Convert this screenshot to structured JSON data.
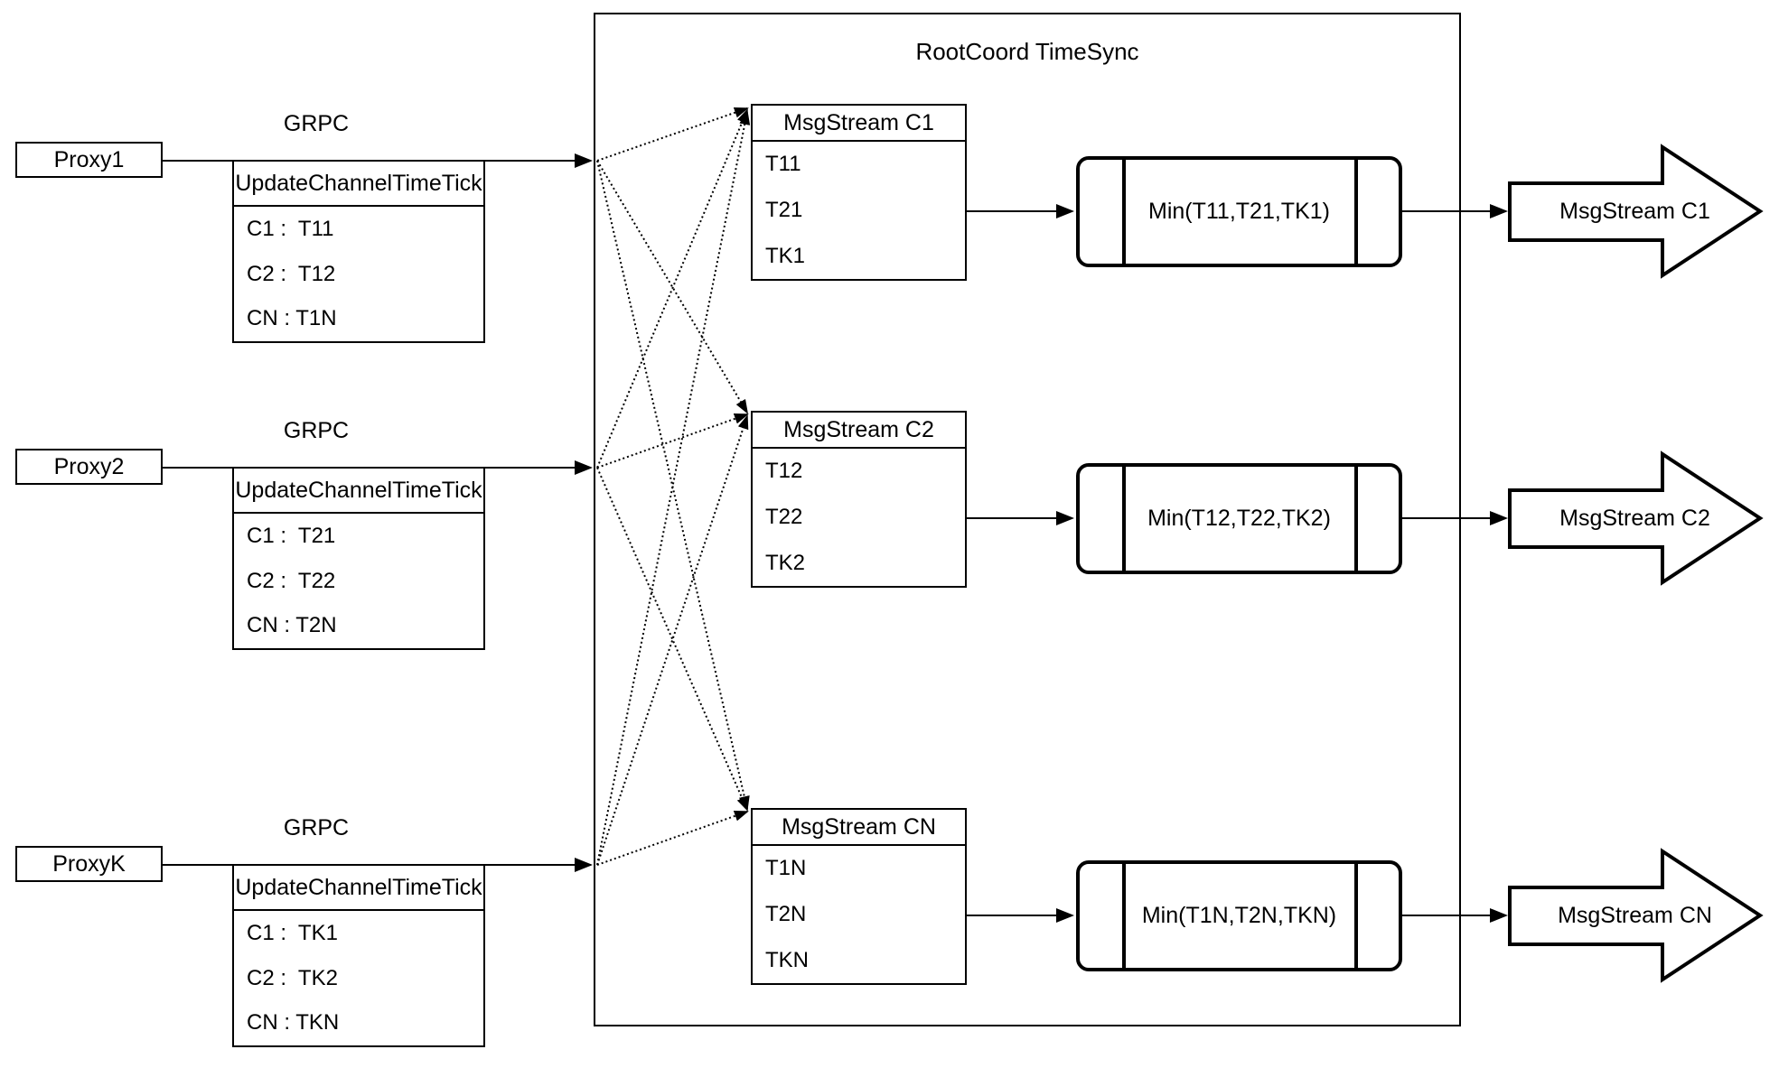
{
  "diagram": {
    "title": "RootCoord TimeSync",
    "colors": {
      "stroke": "#000000",
      "background": "#ffffff"
    },
    "rows": [
      {
        "proxy_label": "Proxy1",
        "grpc_label": "GRPC",
        "call": {
          "title": "UpdateChannelTimeTick",
          "entries": [
            "C1 :  T11",
            "C2 :  T12",
            "CN : T1N"
          ]
        },
        "stream": {
          "title": "MsgStream C1",
          "entries": [
            "T11",
            "T21",
            "TK1"
          ]
        },
        "min_label": "Min(T11,T21,TK1)",
        "output_label": "MsgStream C1"
      },
      {
        "proxy_label": "Proxy2",
        "grpc_label": "GRPC",
        "call": {
          "title": "UpdateChannelTimeTick",
          "entries": [
            "C1 :  T21",
            "C2 :  T22",
            "CN : T2N"
          ]
        },
        "stream": {
          "title": "MsgStream C2",
          "entries": [
            "T12",
            "T22",
            "TK2"
          ]
        },
        "min_label": "Min(T12,T22,TK2)",
        "output_label": "MsgStream C2"
      },
      {
        "proxy_label": "ProxyK",
        "grpc_label": "GRPC",
        "call": {
          "title": "UpdateChannelTimeTick",
          "entries": [
            "C1 :  TK1",
            "C2 :  TK2",
            "CN : TKN"
          ]
        },
        "stream": {
          "title": "MsgStream CN",
          "entries": [
            "T1N",
            "T2N",
            "TKN"
          ]
        },
        "min_label": "Min(T1N,T2N,TKN)",
        "output_label": "MsgStream CN"
      }
    ]
  }
}
